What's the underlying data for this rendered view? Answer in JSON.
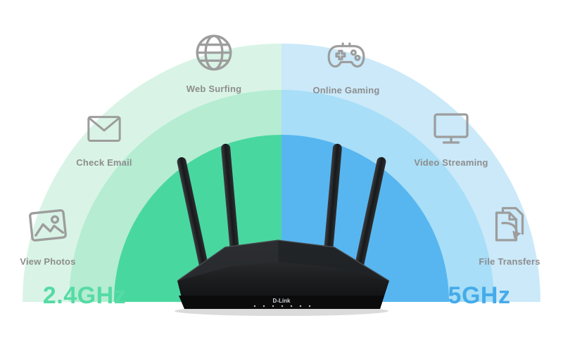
{
  "bands": {
    "left": {
      "label": "2.4GHz",
      "text_color": "#55dba4",
      "rings": [
        "#49d7a0",
        "#b5ecd2",
        "#d9f4e6"
      ]
    },
    "right": {
      "label": "5GHz",
      "text_color": "#45abe9",
      "rings": [
        "#57b6f0",
        "#a8def7",
        "#cbe9f9"
      ]
    }
  },
  "features": [
    {
      "label": "View Photos",
      "icon": "photos-icon"
    },
    {
      "label": "Check Email",
      "icon": "email-icon"
    },
    {
      "label": "Web Surfing",
      "icon": "globe-icon"
    },
    {
      "label": "Online Gaming",
      "icon": "gamepad-icon"
    },
    {
      "label": "Video Streaming",
      "icon": "monitor-icon"
    },
    {
      "label": "File Transfers",
      "icon": "file-transfer-icon"
    }
  ],
  "router": {
    "brand": "D-Link"
  },
  "icon_color": "#9d9d9d",
  "label_color": "#8d8d8d",
  "background_color": "#ffffff"
}
